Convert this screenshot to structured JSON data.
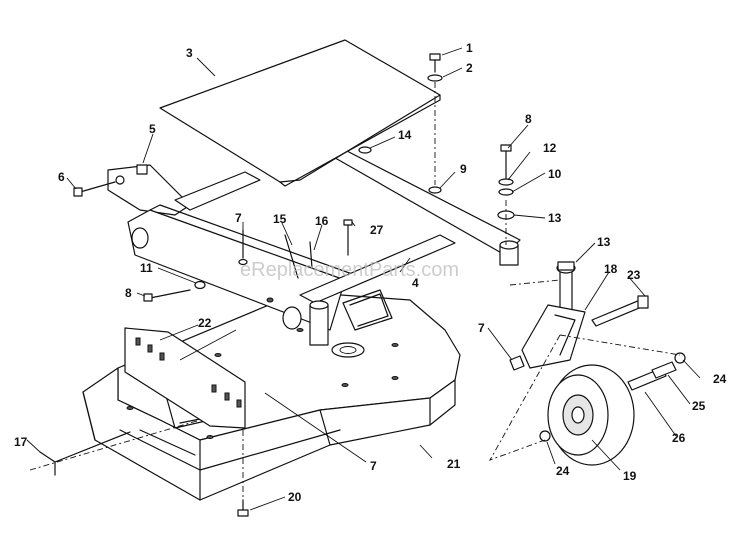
{
  "diagram": {
    "watermark": "eReplacementParts.com",
    "labels": [
      "1",
      "2",
      "3",
      "5",
      "6",
      "7",
      "8",
      "9",
      "10",
      "11",
      "12",
      "13",
      "14",
      "15",
      "16",
      "17",
      "18",
      "19",
      "20",
      "21",
      "22",
      "23",
      "24",
      "25",
      "26",
      "27"
    ]
  }
}
